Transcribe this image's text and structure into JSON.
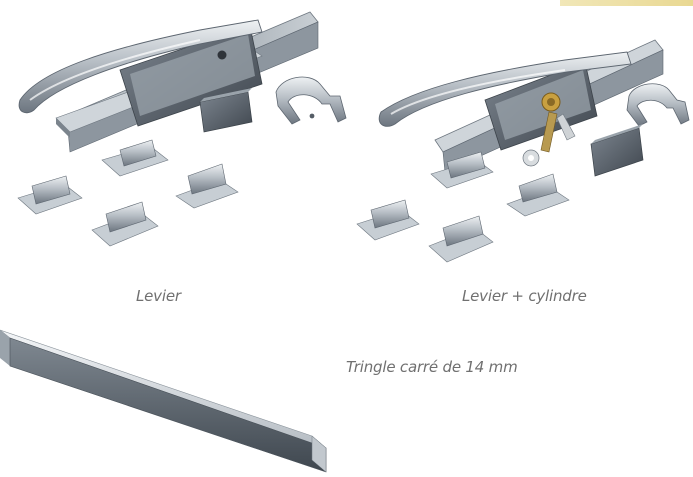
{
  "captions": {
    "levier": "Levier",
    "levier_cylindre": "Levier + cylindre",
    "tringle": "Tringle carré de 14 mm"
  },
  "images": {
    "levier_set": "lever-latch-set-icon",
    "levier_cylindre_set": "lever-latch-with-cylinder-set-icon",
    "square_rod": "square-rod-icon"
  },
  "colors": {
    "caption_text": "#707070",
    "metal_light": "#dde2e6",
    "metal_mid": "#a8b0b8",
    "metal_dark": "#5d6670",
    "brass_key": "#c9a040"
  }
}
